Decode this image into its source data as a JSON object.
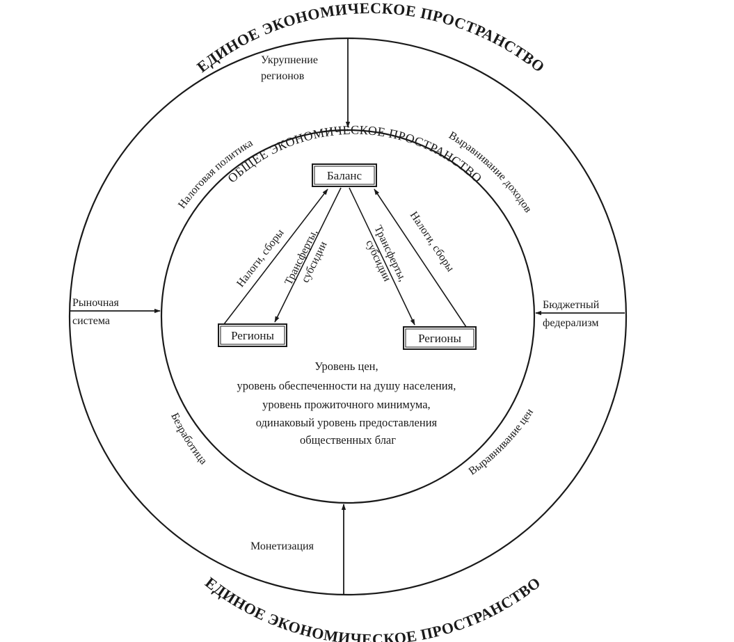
{
  "outer_ring": {
    "top_title": "ЕДИНОЕ ЭКОНОМИЧЕСКОЕ ПРОСТРАНСТВО",
    "bottom_title": "ЕДИНОЕ ЭКОНОМИЧЕСКОЕ ПРОСТРАНСТВО",
    "ring_labels": {
      "tax_policy": "Налоговая политика",
      "income_equalization": "Выравнивание доходов",
      "unemployment": "Безработица",
      "price_equalization": "Выравнивание цен"
    }
  },
  "inputs": {
    "top": [
      "Укрупнение",
      "регионов"
    ],
    "left": [
      "Рыночная",
      "система"
    ],
    "right": [
      "Бюджетный",
      "федерализм"
    ],
    "bottom": "Монетизация"
  },
  "inner_ring": {
    "title": "ОБЩЕЕ ЭКОНОМИЧЕСКОЕ ПРОСТРАНСТВО",
    "center_text": [
      "Уровень цен,",
      "уровень обеспеченности на душу населения,",
      "уровень прожиточного минимума,",
      "одинаковый уровень предоставления",
      "общественных благ"
    ]
  },
  "triangle": {
    "balance_label": "Баланс",
    "left_region_label": "Регионы",
    "right_region_label": "Регионы",
    "left_taxes": "Налоги, сборы",
    "left_transfers": [
      "Трансферты,",
      "субсидии"
    ],
    "right_transfers": [
      "Трансферты,",
      "субсидии"
    ],
    "right_taxes": "Налоги, сборы"
  }
}
